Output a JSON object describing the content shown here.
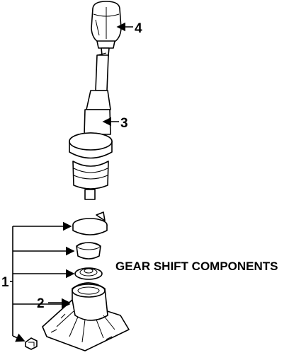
{
  "diagram": {
    "title": "GEAR SHIFT COMPONENTS",
    "callouts": {
      "c1": "1",
      "c2": "2",
      "c3": "3",
      "c4": "4"
    },
    "colors": {
      "line": "#000000",
      "background": "#ffffff"
    }
  }
}
